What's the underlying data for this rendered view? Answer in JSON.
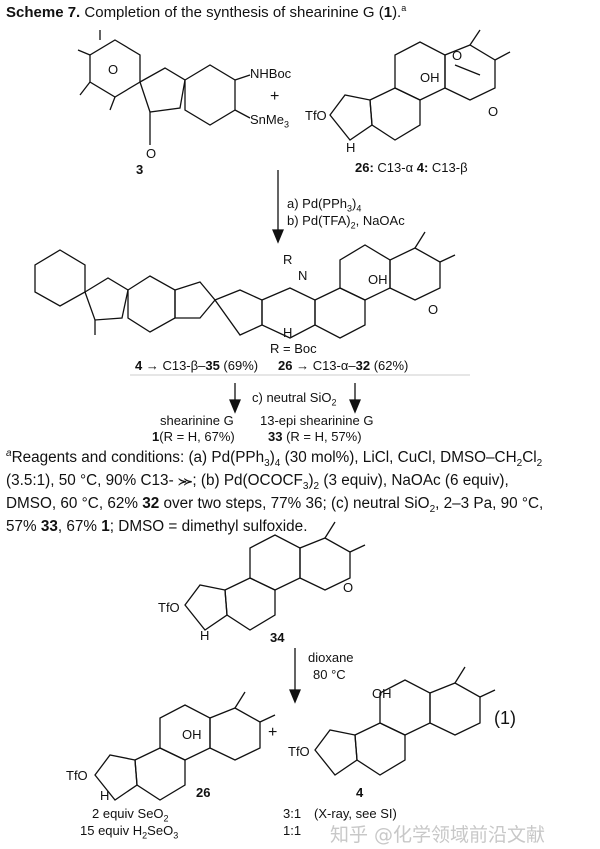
{
  "title": {
    "label": "Scheme 7.",
    "text": "Completion of the synthesis of shearinine G (",
    "compound": "1",
    "close": ").",
    "sup": "a"
  },
  "top": {
    "compound3": {
      "label": "3",
      "nhboc": "NHBoc",
      "snme3": "SnMe",
      "snme3_sub": "3",
      "carbonyl": "O",
      "ring_o": "O"
    },
    "plus": "+",
    "compound26": {
      "tfo": "TfO",
      "oh": "OH",
      "h": "H",
      "o1": "O",
      "o2": "O",
      "label_bold1": "26:",
      "label_1": " C13-α ",
      "label_bold2": "4:",
      "label_2": " C13-β"
    }
  },
  "step_ab": {
    "a": "a) Pd(PPh",
    "a_sub": "3",
    "a_end": ")",
    "a_sub2": "4",
    "b": "b) Pd(TFA)",
    "b_sub": "2",
    "b_end": ", NaOAc"
  },
  "middle": {
    "r": "R",
    "n": "N",
    "oh": "OH",
    "h": "H",
    "o": "O",
    "r_def": "R = Boc",
    "left_bold": "4",
    "left": " → C13-β–",
    "left_bold2": "35",
    "left_yield": " (69%)",
    "right_bold": "26",
    "right": " → C13-α–",
    "right_bold2": "32",
    "right_yield": " (62%)"
  },
  "step_c": {
    "text": "c) neutral SiO",
    "sub": "2"
  },
  "products": [
    {
      "name": "shearinine G",
      "bold": "1",
      "detail": "(R = H, 67%)"
    },
    {
      "name": "13-epi shearinine G",
      "bold": "33",
      "detail": " (R = H, 57%)"
    }
  ],
  "footnote": {
    "l1": [
      "a",
      "Reagents and conditions: (a) Pd(PPh",
      "3",
      ")",
      "4",
      " (30 mol%), LiCl, CuCl, DMSO–CH",
      "2",
      "Cl",
      "2"
    ],
    "l2": [
      "(3.5:1),  50  °C,  90%  C13-  ⪼;  (b)  Pd(OCOCF",
      "3",
      ")",
      "2",
      "  (3 equiv),  NaOAc  (6  equiv),"
    ],
    "l3": [
      "DMSO, 60 °C, 62% ",
      "32",
      " over two steps, 77% 36; (c) neutral SiO",
      "2",
      ", 2–3 Pa, 90 °C,"
    ],
    "l4": [
      "57% ",
      "33",
      ", 67% ",
      "1",
      "; DMSO = dimethyl sulfoxide."
    ]
  },
  "eq1": {
    "compound34": {
      "label": "34",
      "tfo": "TfO",
      "h": "H",
      "o": "O"
    },
    "conditions": {
      "solvent": "dioxane",
      "temp": "80 °C"
    },
    "number": "(1)",
    "prod26": {
      "label": "26",
      "tfo": "TfO",
      "oh": "OH",
      "h": "H"
    },
    "plus": "+",
    "prod4": {
      "label": "4",
      "tfo": "TfO",
      "oh": "OH"
    },
    "table": [
      {
        "reagent": "2 equiv SeO",
        "sub": "2",
        "ratio": "3:1",
        "note": "(X-ray, see SI)"
      },
      {
        "reagent": "15 equiv H",
        "sub": "2",
        "reagent2": "SeO",
        "sub2": "3",
        "ratio": "1:1",
        "note": ""
      }
    ]
  },
  "watermark": "知乎 @化学领域前沿文献"
}
